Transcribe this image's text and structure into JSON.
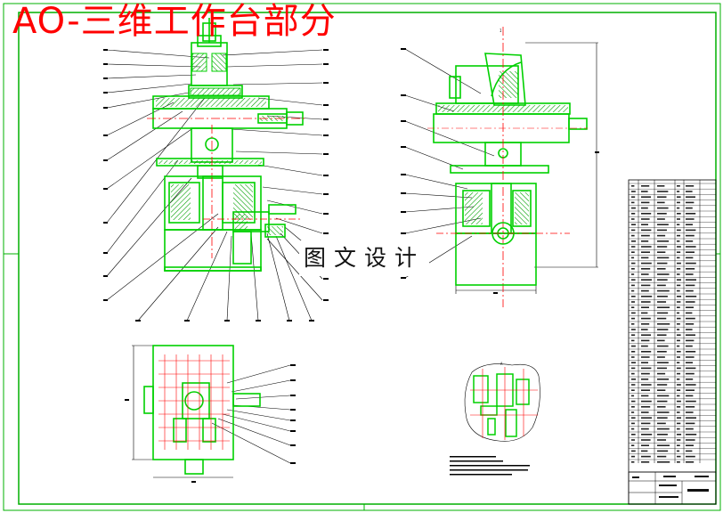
{
  "drawing": {
    "title": "AO-三维工作台部分",
    "watermark": "图文设计",
    "sheet_mark": "I"
  },
  "colors": {
    "outline": "#00d000",
    "hatch": "#00aa00",
    "centerline": "#ff0000",
    "leader": "#000000",
    "frame": "#00b000",
    "title": "#ff0000"
  }
}
